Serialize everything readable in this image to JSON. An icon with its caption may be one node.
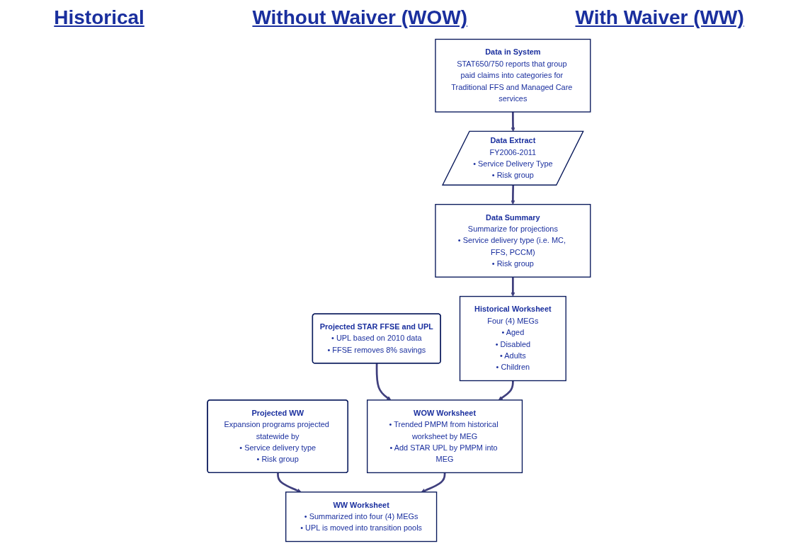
{
  "diagram": {
    "nodes": [
      {
        "text": [
          "Data in System",
          "STAT650/750 reports that group paid claims into categories for Traditional FFS and Managed Care services"
        ]
      },
      {
        "text": [
          "Data Extract",
          "FY2006-2011",
          "• Service Delivery Type",
          "• Risk group"
        ]
      },
      {
        "text": [
          "Data Summary",
          "Summarize for projections",
          "• Service delivery type (i.e. MC, FFS, PCCM)",
          "• Risk group"
        ]
      },
      {
        "text": [
          "Projected STAR FFSE and UPL",
          "• UPL based on 2010 data",
          "• FFSE removes 8% savings"
        ]
      },
      {
        "text": [
          "Projected WW",
          "Expansion programs projected statewide by",
          "• Service delivery type",
          "• Risk group"
        ]
      },
      {
        "text": [
          "Historical Worksheet",
          "Four (4) MEGs",
          "• Aged",
          "• Disabled",
          "• Adults",
          "• Children"
        ]
      },
      {
        "text": [
          "WOW Worksheet",
          "• Trended PMPM from historical worksheet by MEG",
          "• Add STAR UPL by PMPM into MEG"
        ]
      },
      {
        "text": [
          "WW Worksheet",
          "• Summarized into four (4) MEGs",
          "• UPL is moved into transition pools"
        ]
      }
    ],
    "edges": [
      {
        "from": 0,
        "to": 1,
        "arrow": "to"
      },
      {
        "from": 1,
        "to": 2,
        "arrow": "to"
      },
      {
        "from": 2,
        "to": 5,
        "arrow": "to"
      },
      {
        "from": 3,
        "to": 6,
        "arrow": "to"
      },
      {
        "from": 4,
        "to": 7,
        "arrow": "to"
      },
      {
        "from": 5,
        "to": 6,
        "arrow": "to"
      },
      {
        "from": 6,
        "to": 7,
        "arrow": "to"
      }
    ],
    "labels": [
      "Historical",
      "Without Waiver (WOW)",
      "With Waiver (WW)"
    ]
  }
}
